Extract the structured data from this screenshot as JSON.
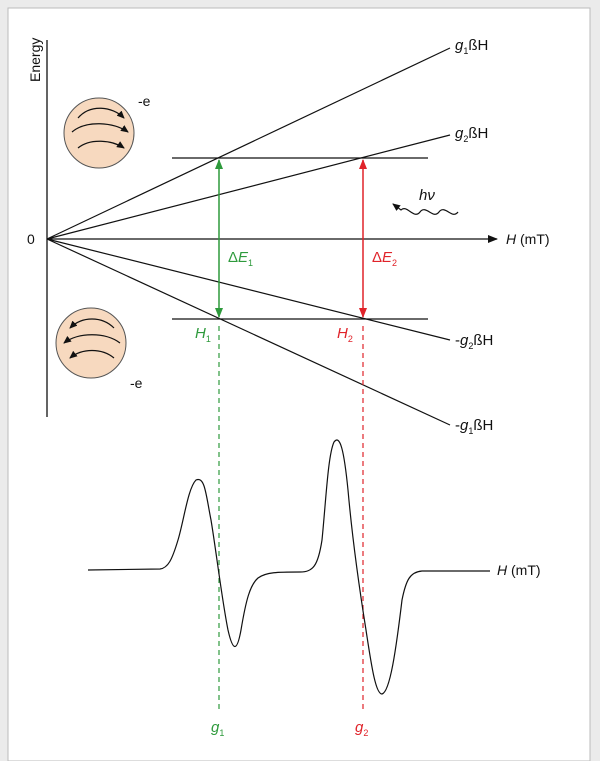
{
  "colors": {
    "background": "#ebebeb",
    "panel": "#ffffff",
    "ink": "#111111",
    "green": "#2e9a3c",
    "red": "#e0232a",
    "electron_fill": "#f7d9bf",
    "electron_stroke": "#555555"
  },
  "axes": {
    "energy_label": "Energy",
    "origin_label": "0",
    "field_label_sym": "H",
    "field_label_unit": " (mT)"
  },
  "electrons": {
    "upper_label": "-e",
    "lower_label": "-e"
  },
  "levels": {
    "g1_upper": {
      "pre": "",
      "g": "g",
      "sub": "1",
      "post": "ßH"
    },
    "g2_upper": {
      "pre": "",
      "g": "g",
      "sub": "2",
      "post": "ßH"
    },
    "g2_lower": {
      "pre": "-",
      "g": "g",
      "sub": "2",
      "post": "ßH"
    },
    "g1_lower": {
      "pre": "-",
      "g": "g",
      "sub": "1",
      "post": "ßH"
    }
  },
  "photon": {
    "label": "hν"
  },
  "transitions": {
    "t1": {
      "delta": "Δ",
      "E": "E",
      "sub": "1",
      "field": "H",
      "field_sub": "1",
      "g": "g",
      "g_sub": "1"
    },
    "t2": {
      "delta": "Δ",
      "E": "E",
      "sub": "2",
      "field": "H",
      "field_sub": "2",
      "g": "g",
      "g_sub": "2"
    }
  },
  "spectrum": {
    "field_label_sym": "H",
    "field_label_unit": " (mT)"
  }
}
